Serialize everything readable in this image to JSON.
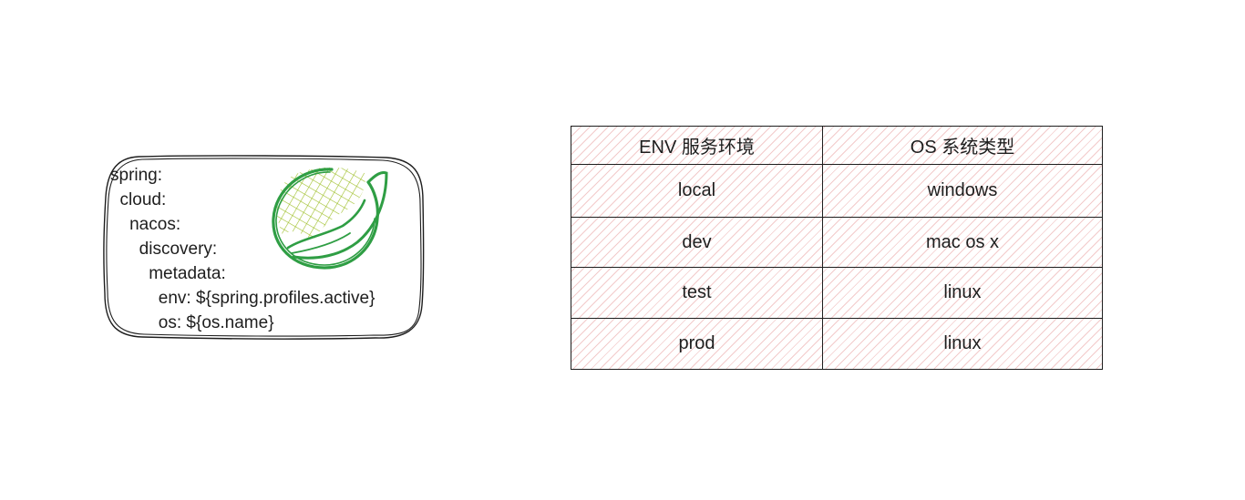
{
  "colors": {
    "stroke": "#1e1e1e",
    "logo_green": "#2f9e44",
    "logo_hatch": "#9fbf2a",
    "table_hatch": "#e8a0a0"
  },
  "yaml": {
    "lines": [
      "spring:",
      "  cloud:",
      "    nacos:",
      "      discovery:",
      "        metadata:",
      "          env: ${spring.profiles.active}",
      "          os: ${os.name}"
    ],
    "logo_icon": "spring-leaf-icon"
  },
  "table": {
    "headers": {
      "env": "ENV 服务环境",
      "os": "OS 系统类型"
    },
    "rows": [
      {
        "env": "local",
        "os": "windows"
      },
      {
        "env": "dev",
        "os": "mac os x"
      },
      {
        "env": "test",
        "os": "linux"
      },
      {
        "env": "prod",
        "os": "linux"
      }
    ]
  }
}
